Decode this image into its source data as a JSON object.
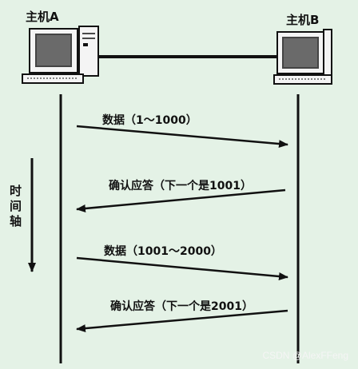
{
  "hosts": {
    "a": {
      "label": "主机A"
    },
    "b": {
      "label": "主机B"
    }
  },
  "time_axis": {
    "label": "时间轴"
  },
  "messages": [
    {
      "label": "数据（1～1000）",
      "direction": "a-to-b"
    },
    {
      "label": "确认应答（下一个是1001）",
      "direction": "b-to-a"
    },
    {
      "label": "数据（1001～2000）",
      "direction": "a-to-b"
    },
    {
      "label": "确认应答（下一个是2001）",
      "direction": "b-to-a"
    }
  ],
  "watermark": "CSDN @AlexFFeng",
  "colors": {
    "background": "#e4f2e6",
    "line": "#111111"
  }
}
